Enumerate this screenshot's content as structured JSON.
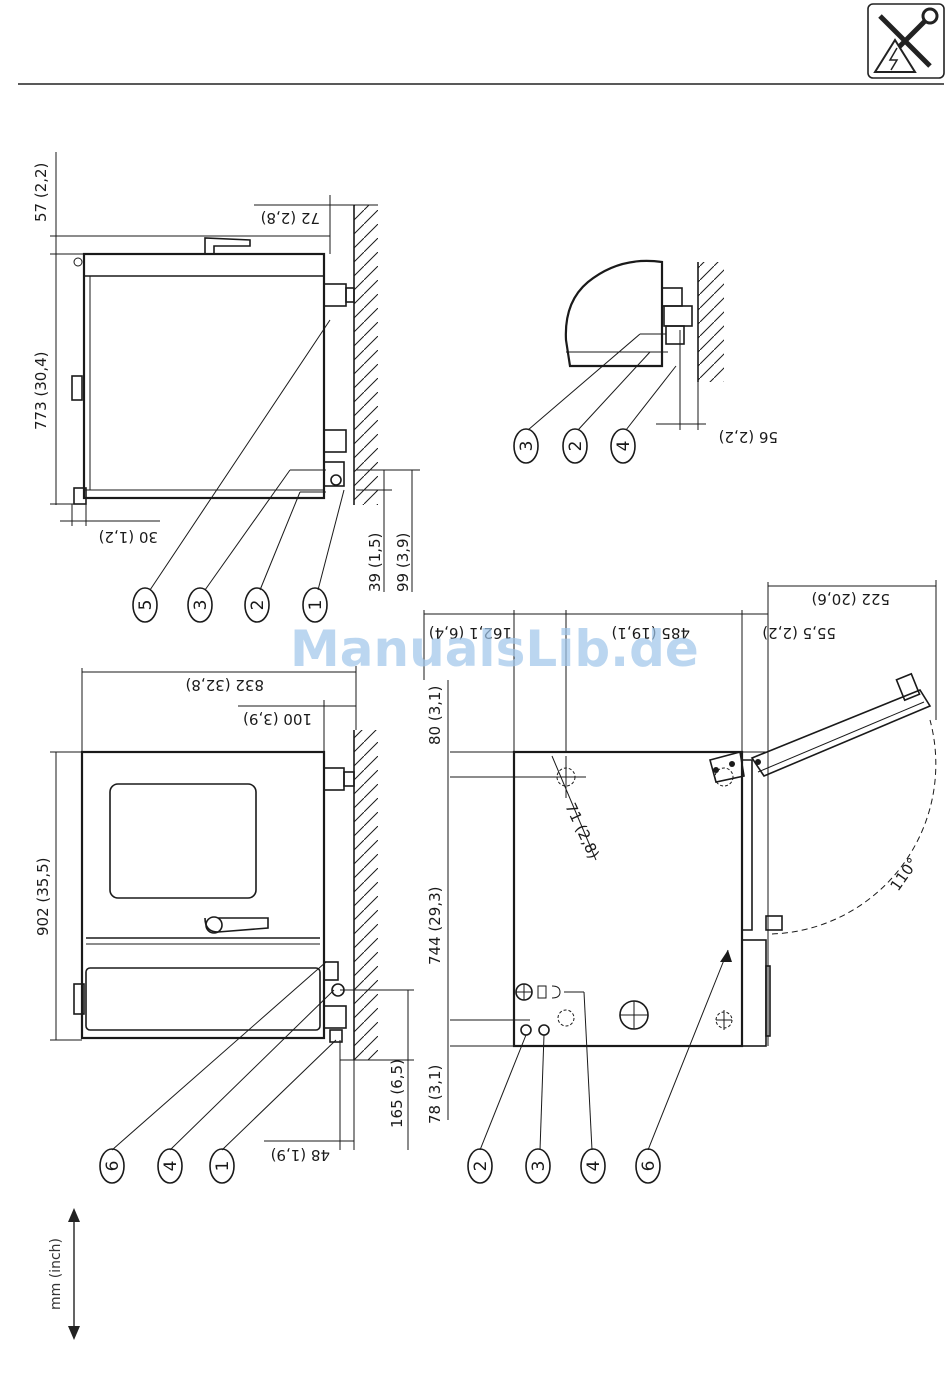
{
  "header": {
    "icon": "tools-electrical-hazard-icon"
  },
  "watermark": "ManualsLib.de",
  "units_note": "mm (inch)",
  "views": {
    "side_view_top": {
      "dimensions": [
        "57 (2,2)",
        "773 (30,4)",
        "72 (2,8)",
        "30 (1,2)",
        "39 (1,5)",
        "99 (3,9)"
      ],
      "callouts": [
        "5",
        "3",
        "2",
        "1"
      ]
    },
    "detail_view": {
      "dimensions": [
        "56 (2,2)"
      ],
      "callouts": [
        "3",
        "2",
        "4"
      ]
    },
    "side_view_bottom": {
      "dimensions": [
        "832 (32,8)",
        "100 (3,9)",
        "902 (35,5)",
        "165 (6,5)",
        "48 (1,9)"
      ],
      "callouts": [
        "6",
        "4",
        "1"
      ]
    },
    "top_view": {
      "dimensions": [
        "522 (20,6)",
        "55,5 (2,2)",
        "485 (19,1)",
        "162,1 (6,4)",
        "80 (3,1)",
        "71 (2,8)",
        "744 (29,3)",
        "78 (3,1)",
        "110°"
      ],
      "callouts": [
        "2",
        "3",
        "4",
        "6"
      ]
    }
  }
}
